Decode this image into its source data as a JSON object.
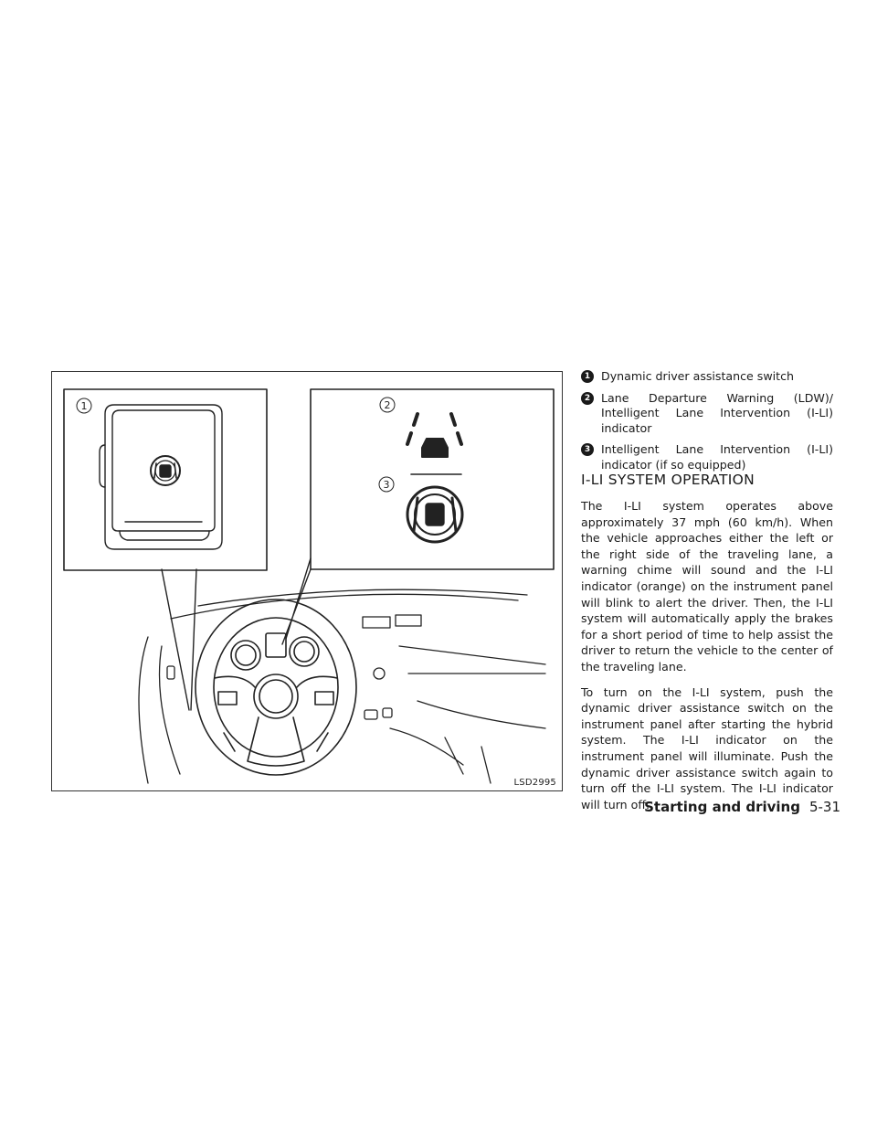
{
  "figure": {
    "code": "LSD2995",
    "callouts": [
      "1",
      "2",
      "3"
    ]
  },
  "legend": [
    {
      "num": "1",
      "text": "Dynamic driver assistance switch"
    },
    {
      "num": "2",
      "text": "Lane Departure Warning (LDW)/ Intelligent Lane Intervention (I-LI) indicator"
    },
    {
      "num": "3",
      "text": "Intelligent Lane Intervention (I-LI) indicator (if so equipped)"
    }
  ],
  "section": {
    "heading": "I-LI SYSTEM OPERATION",
    "paragraphs": [
      "The I-LI system operates above approximately 37 mph (60 km/h). When the vehicle approaches either the left or the right side of the traveling lane, a warning chime will sound and the I-LI indicator (orange) on the instrument panel will blink to alert the driver. Then, the I-LI system will automatically apply the brakes for a short period of time to help assist the driver to return the vehicle to the center of the traveling lane.",
      "To turn on the I-LI system, push the dynamic driver assistance switch on the instrument panel after starting the hybrid system. The I-LI indicator on the instrument panel will illuminate. Push the dynamic driver assistance switch again to turn off the I-LI system. The I-LI indicator will turn off."
    ]
  },
  "footer": {
    "section": "Starting and driving",
    "page": "5-31"
  }
}
